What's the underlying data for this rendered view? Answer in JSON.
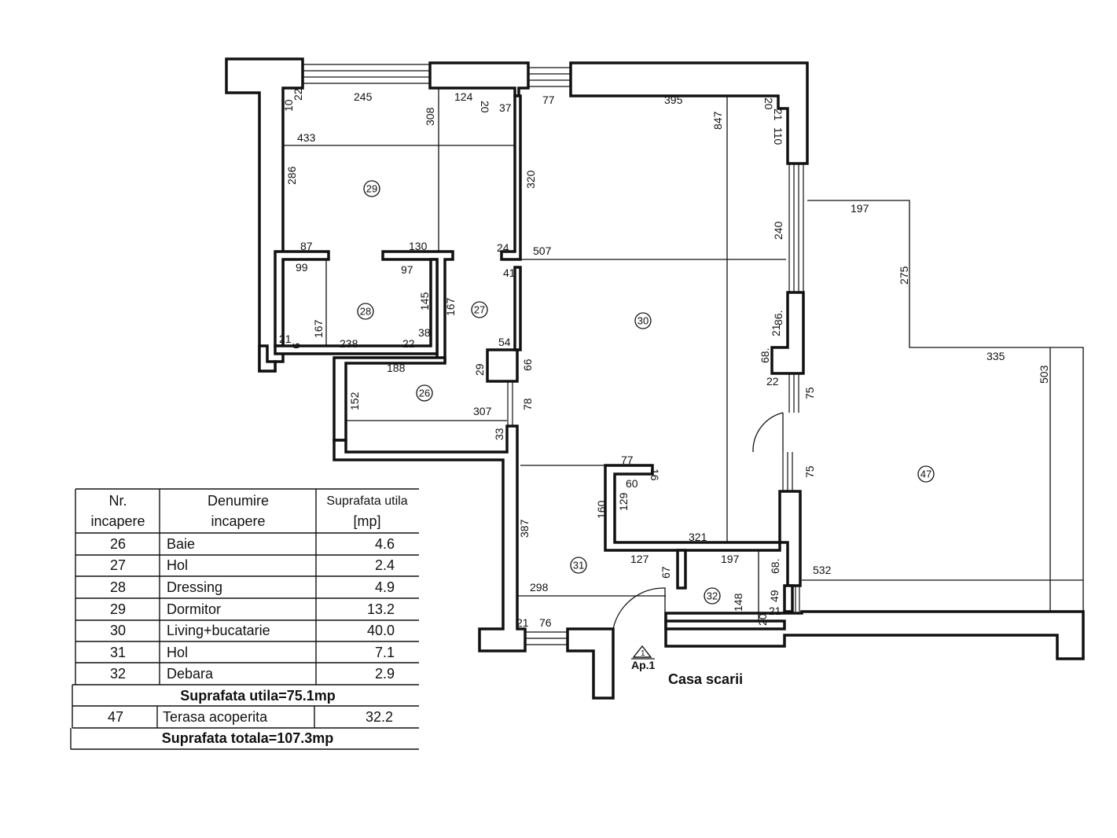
{
  "rooms": {
    "r26": "26",
    "r27": "27",
    "r28": "28",
    "r29": "29",
    "r30": "30",
    "r31": "31",
    "r32": "32",
    "r47": "47"
  },
  "dimensions": {
    "d245": "245",
    "d124": "124",
    "d20a": "20",
    "d37": "37",
    "d308": "308",
    "d10": "10",
    "d22a": "22",
    "d77a": "77",
    "d395": "395",
    "d847": "847",
    "d20b": "20",
    "d21a": "21",
    "d110": "110",
    "d433": "433",
    "d286": "286",
    "d320": "320",
    "d87": "87",
    "d130": "130",
    "d24": "24",
    "d507": "507",
    "d41": "41",
    "d99": "99",
    "d97": "97",
    "d145": "145",
    "d167a": "167",
    "d167b": "167",
    "d21b": "21",
    "d9": "9",
    "d238": "238",
    "d22b": "22",
    "d38": "38",
    "d54": "54",
    "d29": "29",
    "d66": "66",
    "d188": "188",
    "d152": "152",
    "d307": "307",
    "d78": "78",
    "d33": "33",
    "d240": "240",
    "d197a": "197",
    "d275": "275",
    "d86": "86.",
    "d21c": "21",
    "d68a": "68.",
    "d22c": "22",
    "d75a": "75",
    "d335": "335",
    "d503": "503",
    "d75b": "75",
    "d77b": "77",
    "d60": "60",
    "d16": "16",
    "d160": "160",
    "d129": "129",
    "d387": "387",
    "d321": "321",
    "d127": "127",
    "d67": "67",
    "d197b": "197",
    "d68b": "68.",
    "d532": "532",
    "d298": "298",
    "d148": "148",
    "d49": "49",
    "d20c": "20",
    "d21d": "21",
    "d21e": "21",
    "d76": "76"
  },
  "labels": {
    "ap": "Ap.1",
    "ap_marker": "1",
    "casa_scarii": "Casa scarii"
  },
  "table": {
    "header": {
      "nr_line1": "Nr.",
      "nr_line2": "incapere",
      "den_line1": "Denumire",
      "den_line2": "incapere",
      "sup_line1": "Suprafata utila",
      "sup_line2": "[mp]"
    },
    "rows": [
      {
        "nr": "26",
        "name": "Baie",
        "area": "4.6"
      },
      {
        "nr": "27",
        "name": "Hol",
        "area": "2.4"
      },
      {
        "nr": "28",
        "name": "Dressing",
        "area": "4.9"
      },
      {
        "nr": "29",
        "name": "Dormitor",
        "area": "13.2"
      },
      {
        "nr": "30",
        "name": "Living+bucatarie",
        "area": "40.0"
      },
      {
        "nr": "31",
        "name": "Hol",
        "area": "7.1"
      },
      {
        "nr": "32",
        "name": "Debara",
        "area": "2.9"
      }
    ],
    "subtotal": "Suprafata  utila=75.1mp",
    "terrace": {
      "nr": "47",
      "name": "Terasa  acoperita",
      "area": "32.2"
    },
    "total": "Suprafata  totala=107.3mp"
  }
}
